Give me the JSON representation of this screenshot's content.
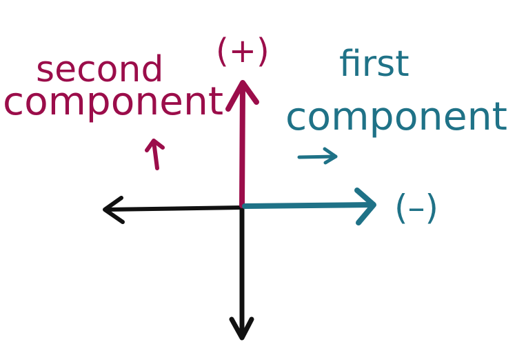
{
  "labels": {
    "second_component_line1": "second",
    "second_component_line2": "component",
    "first_component_line1": "first",
    "first_component_line2": "component",
    "positive_sign": "(+)",
    "negative_sign": "(–)"
  },
  "colors": {
    "second_component": "#9b0d4a",
    "first_component": "#1f7287",
    "axis": "#111111",
    "background": "#ffffff"
  },
  "icons": {
    "second_small_arrow": "arrow-up-icon",
    "first_small_arrow": "arrow-right-icon"
  }
}
